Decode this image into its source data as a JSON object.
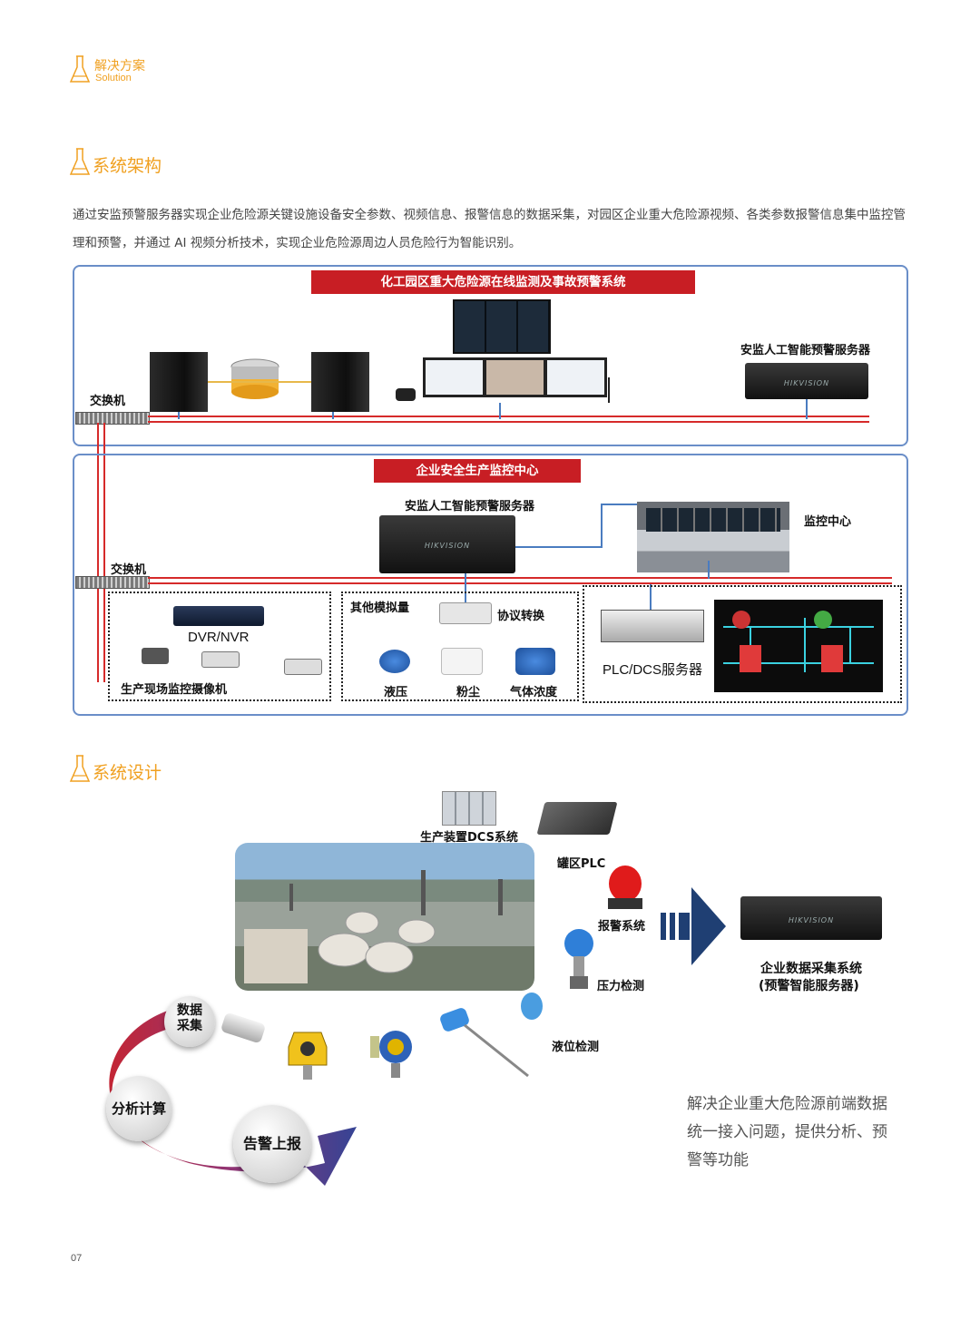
{
  "header": {
    "section_cn": "解决方案",
    "section_en": "Solution"
  },
  "arch": {
    "title": "系统架构",
    "intro": "通过安监预警服务器实现企业危险源关键设施设备安全参数、视频信息、报警信息的数据采集，对园区企业重大危险源视频、各类参数报警信息集中监控管理和预警，并通过 AI 视频分析技术，实现企业危险源周边人员危险行为智能识别。",
    "top_panel": {
      "banner": "化工园区重大危险源在线监测及事故预警系统",
      "switch": "交换机",
      "ai_server": "安监人工智能预警服务器"
    },
    "bottom_panel": {
      "banner": "企业安全生产监控中心",
      "ai_server": "安监人工智能预警服务器",
      "monitor_center": "监控中心",
      "switch": "交换机",
      "dvr": "DVR/NVR",
      "cameras": "生产现场监控摄像机",
      "other_analog": "其他模拟量",
      "protocol": "协议转换",
      "hydraulic": "液压",
      "dust": "粉尘",
      "gas": "气体浓度",
      "plc_dcs": "PLC/DCS服务器"
    },
    "logo_text": "HIKVISION"
  },
  "design": {
    "title": "系统设计",
    "dcs": "生产装置DCS系统",
    "plc": "罐区PLC",
    "alarm": "报警系统",
    "pressure": "压力检测",
    "level": "液位检测",
    "target_line1": "企业数据采集系统",
    "target_line2": "(预警智能服务器)",
    "step1": "数据\n采集",
    "step2": "分析计算",
    "step3": "告警上报",
    "description": "解决企业重大危险源前端数据统一接入问题，提供分析、预警等功能"
  },
  "page_number": "07",
  "colors": {
    "accent": "#f0a020",
    "banner_red": "#c81e24",
    "panel_border": "#6a8ec8",
    "line_red": "#d62a2a",
    "line_blue": "#4a7cc0"
  }
}
